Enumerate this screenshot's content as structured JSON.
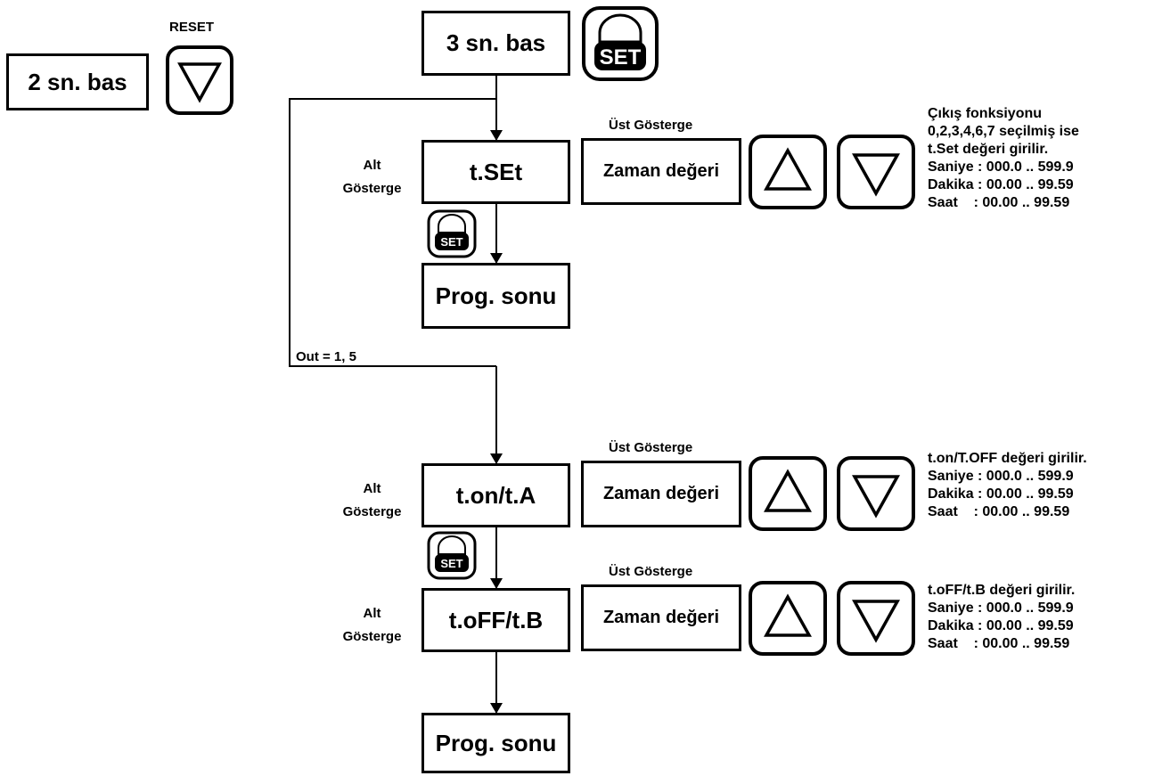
{
  "reset": {
    "label": "RESET",
    "box": "2 sn. bas",
    "button_icon": "down-triangle"
  },
  "start": {
    "box": "3 sn. bas",
    "button_label": "SET"
  },
  "branch_label": "Out = 1, 5",
  "sections": [
    {
      "alt_label": [
        "Alt",
        "Gösterge"
      ],
      "box": "t.SEt",
      "ust_label": "Üst Gösterge",
      "value_box": "Zaman değeri",
      "info": [
        "Çıkış fonksiyonu",
        "0,2,3,4,6,7 seçilmiş ise",
        "t.Set değeri girilir.",
        "Saniye : 000.0 .. 599.9",
        "Dakika : 00.00 .. 99.59",
        "Saat    : 00.00 .. 99.59"
      ]
    },
    {
      "alt_label": [
        "Alt",
        "Gösterge"
      ],
      "box": "t.on/t.A",
      "ust_label": "Üst Gösterge",
      "value_box": "Zaman değeri",
      "info": [
        "t.on/T.OFF değeri girilir.",
        "Saniye : 000.0 .. 599.9",
        "Dakika : 00.00 .. 99.59",
        "Saat    : 00.00 .. 99.59"
      ]
    },
    {
      "alt_label": [
        "Alt",
        "Gösterge"
      ],
      "box": "t.oFF/t.B",
      "ust_label": "Üst Gösterge",
      "value_box": "Zaman değeri",
      "info": [
        "t.oFF/t.B değeri girilir.",
        "Saniye : 000.0 .. 599.9",
        "Dakika : 00.00 .. 99.59",
        "Saat    : 00.00 .. 99.59"
      ]
    }
  ],
  "end_boxes": [
    "Prog. sonu",
    "Prog. sonu"
  ],
  "small_set_label": "SET",
  "icons": [
    "up-triangle-button",
    "down-triangle-button",
    "set-button"
  ]
}
